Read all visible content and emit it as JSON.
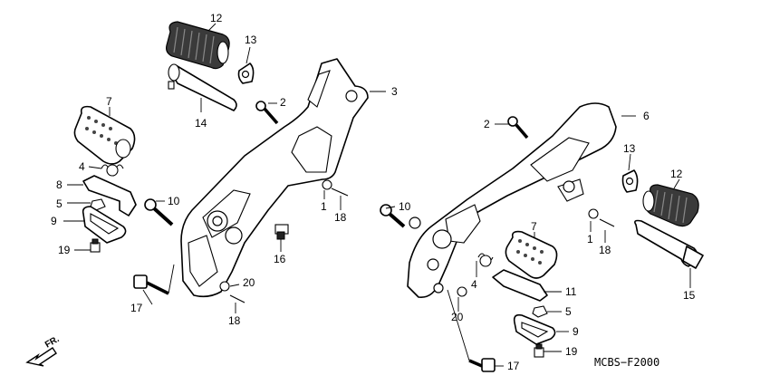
{
  "diagram_code": "MCBS−F2000",
  "direction_label": "FR.",
  "colors": {
    "ink": "#000000",
    "paper": "#ffffff",
    "rubber": "#3a3a3a"
  },
  "callouts": {
    "left": [
      "12",
      "13",
      "14",
      "2",
      "3",
      "7",
      "4",
      "8",
      "5",
      "9",
      "19",
      "10",
      "1",
      "18",
      "16",
      "17",
      "20",
      "18"
    ],
    "right": [
      "2",
      "6",
      "13",
      "12",
      "10",
      "1",
      "18",
      "7",
      "4",
      "11",
      "5",
      "20",
      "9",
      "19",
      "17",
      "15"
    ]
  }
}
